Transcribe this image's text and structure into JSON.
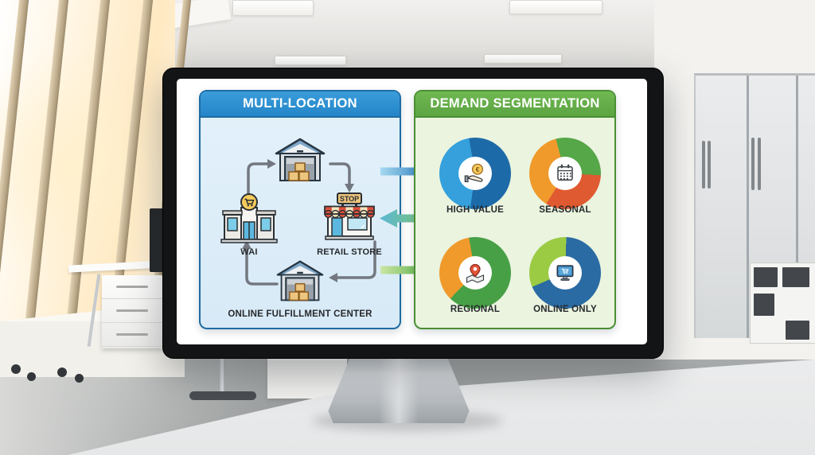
{
  "scene": {
    "setting": "modern sunlit office with glass partitions and a large desktop display showing a retail supply-chain infographic"
  },
  "diagram": {
    "left_panel": {
      "title": "MULTI-LOCATION",
      "colors": {
        "header": "#2E93D4",
        "body": "#DCEDF8",
        "border": "#1D6CA3",
        "arrow": "#737880"
      },
      "nodes": {
        "warehouse_top": {
          "label": "",
          "icon": "warehouse"
        },
        "wai": {
          "label": "WAI",
          "icon": "storefront-cart"
        },
        "retail": {
          "label": "RETAIL STORE",
          "sign": "STOP",
          "icon": "shop-awning"
        },
        "fulfillment": {
          "label": "ONLINE FULFILLMENT CENTER",
          "icon": "warehouse"
        }
      }
    },
    "right_panel": {
      "title": "DEMAND SEGMENTATION",
      "colors": {
        "header": "#68B24C",
        "body": "#EAF4DF",
        "border": "#4A8F33"
      }
    },
    "connectors": [
      {
        "direction": "right",
        "colors": [
          "#A5D8F0",
          "#1C6FB4"
        ]
      },
      {
        "direction": "both",
        "colors": [
          "#59B7D4",
          "#83C766"
        ]
      },
      {
        "direction": "right",
        "colors": [
          "#CBE6A4",
          "#4AA53A"
        ]
      }
    ]
  },
  "chart_data": [
    {
      "type": "pie",
      "title": "HIGH VALUE",
      "hole": 0.46,
      "start_angle_deg": 350,
      "center_icon": "hand-coin",
      "center_symbol": "€",
      "slices": [
        {
          "label": "dark-blue",
          "value": 55,
          "color": "#1D6AA8"
        },
        {
          "label": "light-blue",
          "value": 45,
          "color": "#35A0DB"
        }
      ]
    },
    {
      "type": "pie",
      "title": "SEASONAL",
      "hole": 0.46,
      "start_angle_deg": 345,
      "center_icon": "calendar",
      "slices": [
        {
          "label": "green",
          "value": 30,
          "color": "#55A747"
        },
        {
          "label": "red-orange",
          "value": 33,
          "color": "#E05A31"
        },
        {
          "label": "orange",
          "value": 37,
          "color": "#F09A2B"
        }
      ]
    },
    {
      "type": "pie",
      "title": "REGIONAL",
      "hole": 0.46,
      "start_angle_deg": 350,
      "center_icon": "map-pin",
      "slices": [
        {
          "label": "green",
          "value": 65,
          "color": "#47A046"
        },
        {
          "label": "orange",
          "value": 35,
          "color": "#F09A2B"
        }
      ]
    },
    {
      "type": "pie",
      "title": "ONLINE ONLY",
      "hole": 0.46,
      "start_angle_deg": 2,
      "center_icon": "ecommerce-monitor",
      "slices": [
        {
          "label": "blue",
          "value": 68,
          "color": "#2A6BA3"
        },
        {
          "label": "yellow-green",
          "value": 32,
          "color": "#9BCB43"
        }
      ]
    }
  ]
}
